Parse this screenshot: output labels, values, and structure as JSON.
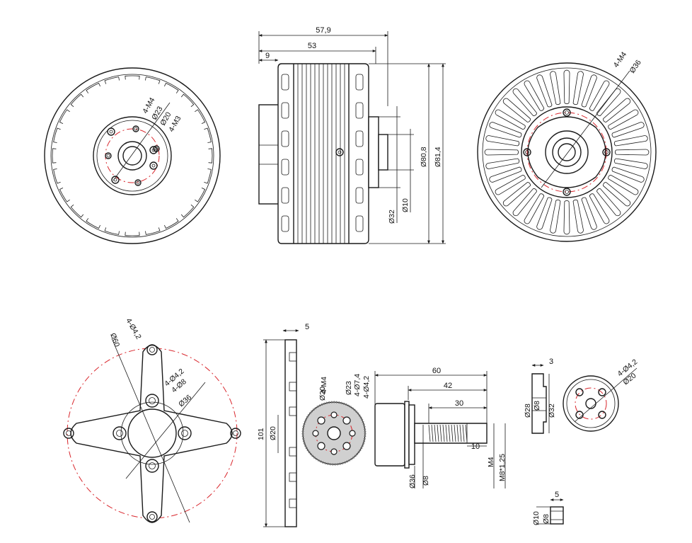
{
  "colors": {
    "line": "#1a1a1a",
    "center_line": "#d9262c",
    "pad_fill": "#d0d0d0",
    "background": "#ffffff"
  },
  "front_view": {
    "bolt_a": "4-M4",
    "diam_a": "Ø23",
    "diam_b": "Ø20",
    "bolt_b": "4-M3"
  },
  "side_view": {
    "overall_length": "57,9",
    "body_length": "53",
    "flange": "9",
    "diam_outer": "Ø81,4",
    "diam_stator": "Ø80,8",
    "diam_hub": "Ø32",
    "diam_shaft": "Ø10"
  },
  "rear_view": {
    "bolt": "4-M4",
    "diam": "Ø36"
  },
  "x_mount": {
    "hole": "4-Ø4,2",
    "pitch": "Ø60",
    "inner_hole": "4-Ø4,2",
    "counterbore": "4-Ø8",
    "ring": "Ø36"
  },
  "damper_plate": {
    "thickness": "5",
    "height": "101",
    "bore": "Ø20",
    "bolt": "4-M4",
    "pcd": "Ø20",
    "diam_23": "Ø23",
    "spacing": "4-Ø7,4",
    "holes": "4-Ø4,2"
  },
  "prop_adapter": {
    "length": "60",
    "collar": "42",
    "thread_len": "30",
    "pilot": "10",
    "base": "Ø36",
    "bore": "Ø8",
    "thread_a": "M4",
    "thread_b": "M8*1,25"
  },
  "washer": {
    "thickness": "3",
    "outer": "Ø28",
    "bore": "Ø8",
    "ring": "Ø32",
    "holes": "4-Ø4,2",
    "pcd": "Ø20"
  },
  "spacer": {
    "length": "5",
    "outer": "Ø10",
    "bore": "Ø8"
  }
}
